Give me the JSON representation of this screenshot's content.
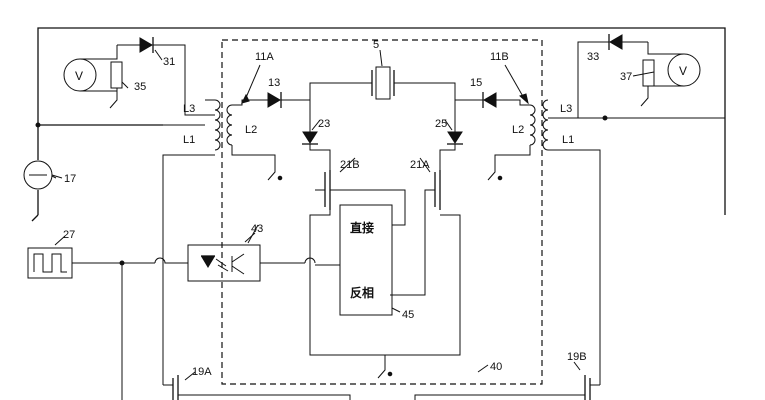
{
  "labels": {
    "ref_5": "5",
    "ref_11A": "11A",
    "ref_11B": "11B",
    "ref_13": "13",
    "ref_15": "15",
    "ref_17": "17",
    "ref_19A": "19A",
    "ref_19B": "19B",
    "ref_21A": "21A",
    "ref_21B": "21B",
    "ref_23": "23",
    "ref_25": "25",
    "ref_27": "27",
    "ref_31": "31",
    "ref_33": "33",
    "ref_35": "35",
    "ref_37": "37",
    "ref_40": "40",
    "ref_43": "43",
    "ref_45": "45",
    "coil_L1_left": "L1",
    "coil_L2_left": "L2",
    "coil_L3_left": "L3",
    "coil_L1_right": "L1",
    "coil_L2_right": "L2",
    "coil_L3_right": "L3",
    "voltmeter_left": "V",
    "voltmeter_right": "V",
    "block_direct": "直接",
    "block_inverse": "反相"
  }
}
